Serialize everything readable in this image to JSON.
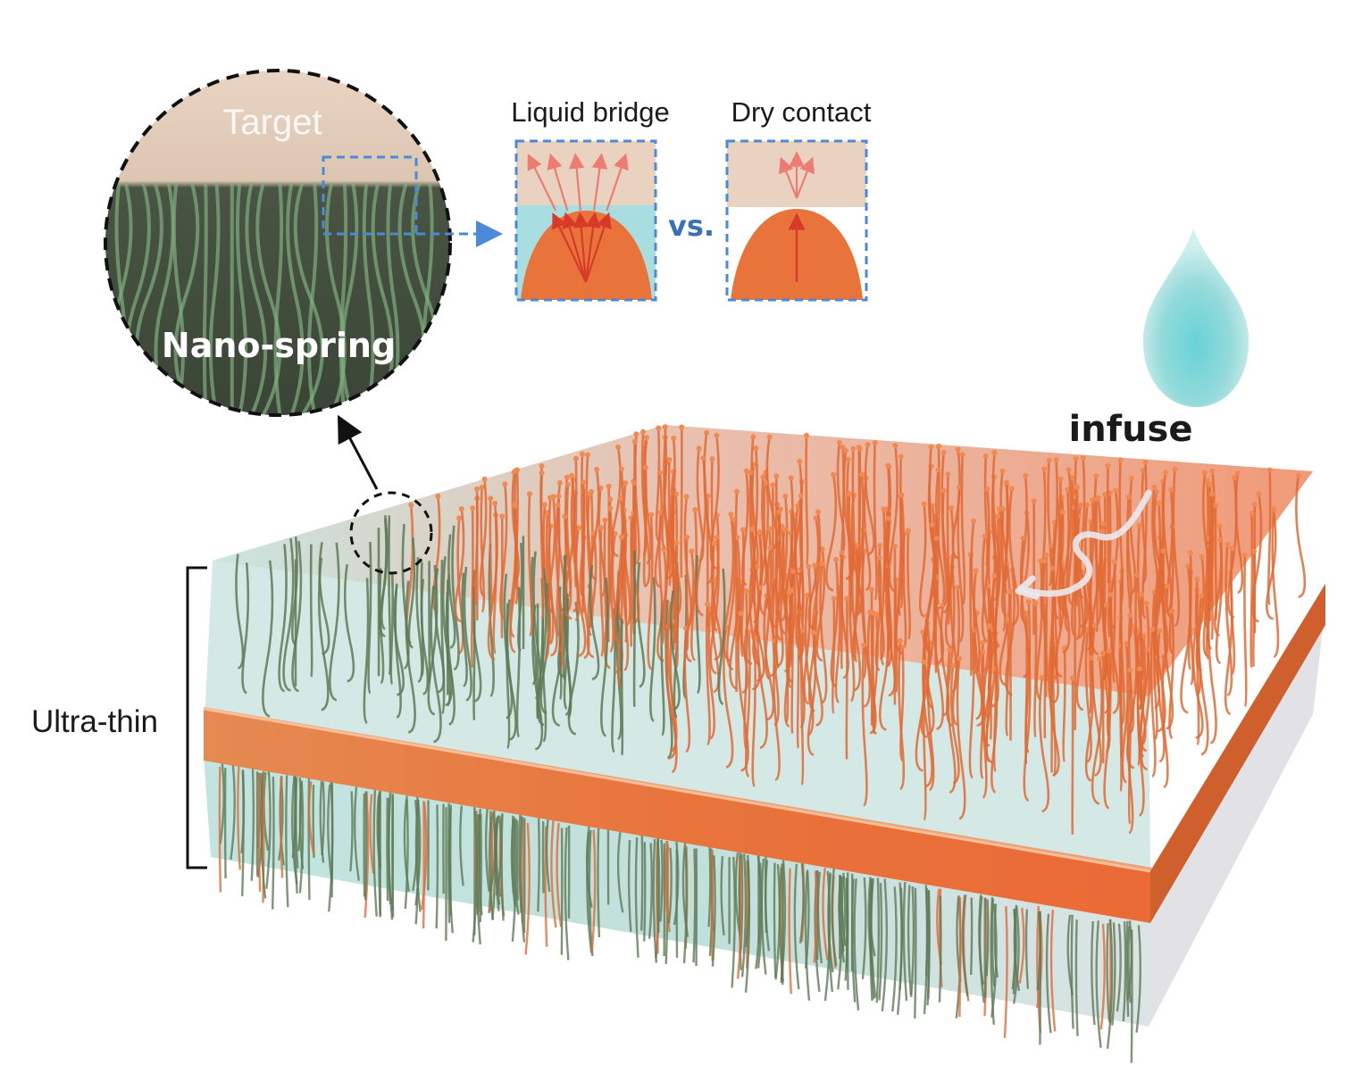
{
  "labels": {
    "target": "Target",
    "nano_spring": "Nano-spring",
    "liquid_bridge": "Liquid bridge",
    "dry_contact": "Dry contact",
    "vs": "vs.",
    "infuse": "infuse",
    "ultra_thin": "Ultra-thin"
  },
  "colors": {
    "copper": "#e8743c",
    "copper_dark": "#c95a22",
    "fiber_copper": "#e26a34",
    "fiber_green": "#5f7a56",
    "liquid": "#8fd3d6",
    "liquid_deep": "#5cc6cc",
    "target": "#ead2c0",
    "dashed_blue": "#4a8ad8",
    "vs_blue": "#3b6fb6",
    "arrow_red": "#d83a2a",
    "arrow_pink": "#ee7c72",
    "inset_dark": "#3f4a3a"
  }
}
